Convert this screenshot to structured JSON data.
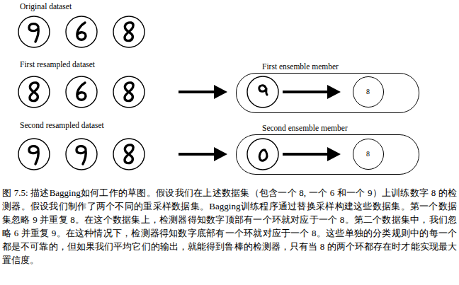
{
  "diagram": {
    "caption": "图 7.5: 描述Bagging如何工作的草图。假设我们在上述数据集（包含一个 8, 一个 6 和一个 9）上训练数字 8 的检测器。假设我们制作了两个不同的重采样数据集。Bagging训练程序通过替换采样构建这些数据集。第一个数据集忽略 9 并重复 8。在这个数据集上，检测器得知数字顶部有一个环就对应于一个 8。第二个数据集中，我们忽略 6 并重复 9。在这种情况下，检测器得知数字底部有一个环就对应于一个 8。这些单独的分类规则中的每一个都是不可靠的，但如果我们平均它们的输出，就能得到鲁棒的检测器，只有当 8 的两个环都存在时才能实现最大置信度。",
    "nodes": [
      {
        "text": [
          "First ensemble member"
        ]
      },
      {
        "text": [
          "8"
        ],
        "in": 0
      },
      {
        "text": [
          "Second ensemble member"
        ]
      },
      {
        "text": [
          "8"
        ],
        "in": 2
      }
    ],
    "labels": [
      "Original dataset",
      "First resampled dataset",
      "Second resampled dataset"
    ]
  }
}
